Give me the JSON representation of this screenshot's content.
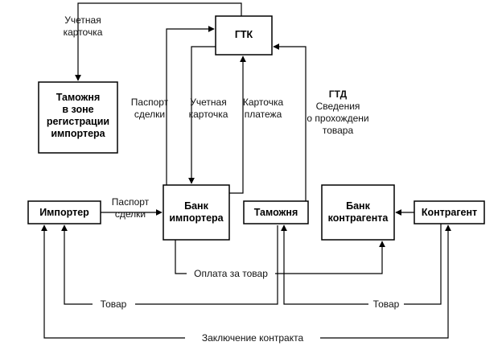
{
  "nodes": {
    "gtk": "ГТК",
    "customs_registration": [
      "Таможня",
      "в зоне",
      "регистрации",
      "импортера"
    ],
    "importer": "Импортер",
    "importer_bank": [
      "Банк",
      "импортера"
    ],
    "customs": "Таможня",
    "counterparty_bank": [
      "Банк",
      "контрагента"
    ],
    "counterparty": "Контрагент"
  },
  "labels": {
    "account_card_top": [
      "Учетная",
      "карточка"
    ],
    "deal_passport_up": [
      "Паспорт",
      "сделки"
    ],
    "account_card_down": [
      "Учетная",
      "карточка"
    ],
    "payment_card": [
      "Карточка",
      "платежа"
    ],
    "gtd": [
      "ГТД",
      "Сведения",
      "о прохождени",
      "товара"
    ],
    "deal_passport_right": [
      "Паспорт",
      "сделки"
    ],
    "payment_for_goods": "Оплата за товар",
    "goods_left": "Товар",
    "goods_right": "Товар",
    "contract": "Заключение контракта"
  }
}
